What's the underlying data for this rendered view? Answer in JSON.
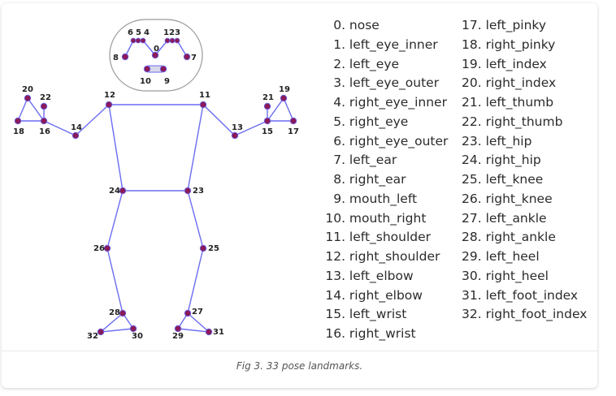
{
  "figure": {
    "caption": "Fig 3. 33 pose landmarks.",
    "node_color": "#8b1a5a",
    "edge_color": "#6b6cf0",
    "face_outline_color": "#9a9a9a"
  },
  "landmarks": [
    {
      "id": "0",
      "name": "nose"
    },
    {
      "id": "1",
      "name": "left_eye_inner"
    },
    {
      "id": "2",
      "name": "left_eye"
    },
    {
      "id": "3",
      "name": "left_eye_outer"
    },
    {
      "id": "4",
      "name": "right_eye_inner"
    },
    {
      "id": "5",
      "name": "right_eye"
    },
    {
      "id": "6",
      "name": "right_eye_outer"
    },
    {
      "id": "7",
      "name": "left_ear"
    },
    {
      "id": "8",
      "name": "right_ear"
    },
    {
      "id": "9",
      "name": "mouth_left"
    },
    {
      "id": "10",
      "name": "mouth_right"
    },
    {
      "id": "11",
      "name": "left_shoulder"
    },
    {
      "id": "12",
      "name": "right_shoulder"
    },
    {
      "id": "13",
      "name": "left_elbow"
    },
    {
      "id": "14",
      "name": "right_elbow"
    },
    {
      "id": "15",
      "name": "left_wrist"
    },
    {
      "id": "16",
      "name": "right_wrist"
    },
    {
      "id": "17",
      "name": "left_pinky"
    },
    {
      "id": "18",
      "name": "right_pinky"
    },
    {
      "id": "19",
      "name": "left_index"
    },
    {
      "id": "20",
      "name": "right_index"
    },
    {
      "id": "21",
      "name": "left_thumb"
    },
    {
      "id": "22",
      "name": "right_thumb"
    },
    {
      "id": "23",
      "name": "left_hip"
    },
    {
      "id": "24",
      "name": "right_hip"
    },
    {
      "id": "25",
      "name": "left_knee"
    },
    {
      "id": "26",
      "name": "right_knee"
    },
    {
      "id": "27",
      "name": "left_ankle"
    },
    {
      "id": "28",
      "name": "right_ankle"
    },
    {
      "id": "29",
      "name": "left_heel"
    },
    {
      "id": "30",
      "name": "right_heel"
    },
    {
      "id": "31",
      "name": "left_foot_index"
    },
    {
      "id": "32",
      "name": "right_foot_index"
    }
  ]
}
